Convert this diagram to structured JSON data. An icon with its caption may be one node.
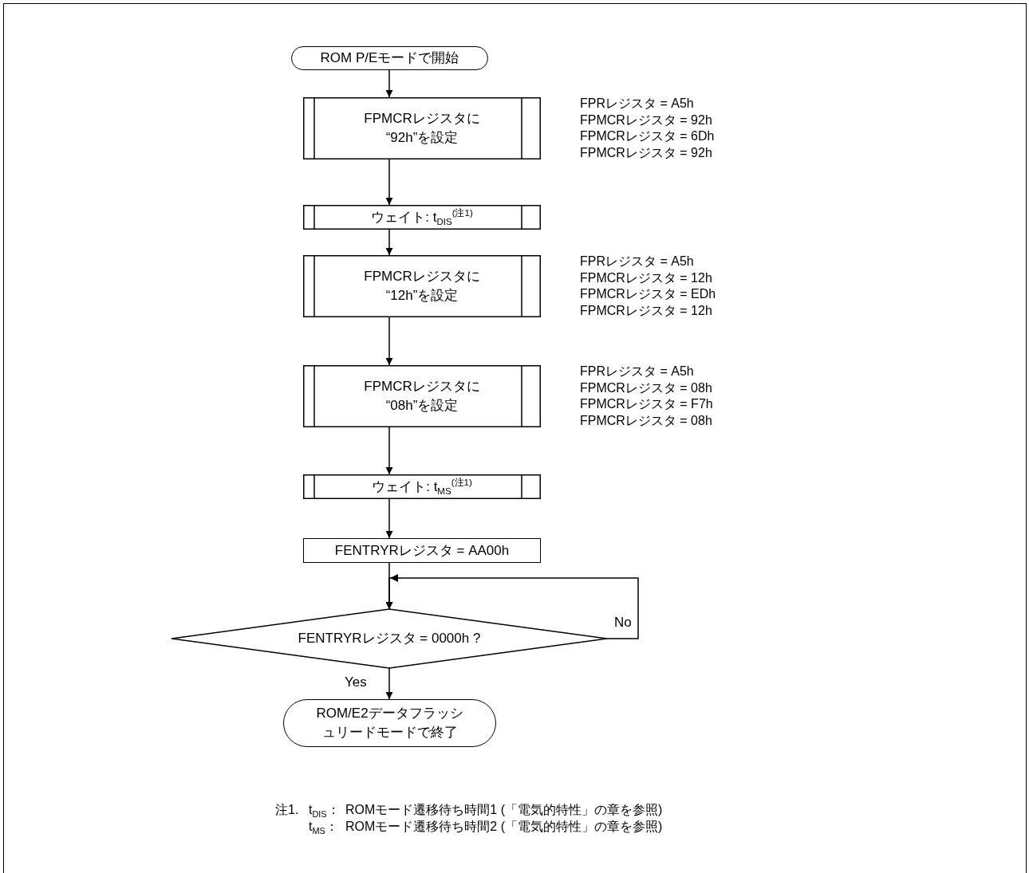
{
  "diagram": {
    "nodes": [
      {
        "text": [
          "ROM P/Eモードで開始"
        ]
      },
      {
        "text": [
          "FPMCRレジスタに “92h”を設定"
        ],
        "beside": [
          "FPRレジスタ = A5h",
          "FPMCRレジスタ = 92h",
          "FPMCRレジスタ = 6Dh",
          "FPMCRレジスタ = 92h"
        ]
      },
      {
        "text": [
          "ウェイト: t$_{DIS}$$^{(注1)}$"
        ]
      },
      {
        "text": [
          "FPMCRレジスタに “12h”を設定"
        ],
        "beside": [
          "FPRレジスタ = A5h",
          "FPMCRレジスタ = 12h",
          "FPMCRレジスタ = EDh",
          "FPMCRレジスタ = 12h"
        ]
      },
      {
        "text": [
          "FPMCRレジスタに “08h”を設定"
        ],
        "beside": [
          "FPRレジスタ = A5h",
          "FPMCRレジスタ = 08h",
          "FPMCRレジスタ = F7h",
          "FPMCRレジスタ = 08h"
        ]
      },
      {
        "text": [
          "ウェイト: t$_{MS}$$^{(注1)}$"
        ]
      },
      {
        "text": [
          "FENTRYRレジスタ = AA00h"
        ]
      },
      {
        "text": [
          "FENTRYRレジスタ = 0000h ?"
        ]
      },
      {
        "text": [
          "ROM/E2データフラッシュリードモードで終了"
        ]
      }
    ],
    "edges": [
      {
        "from": 0,
        "to": 1,
        "arrow": "to"
      },
      {
        "from": 1,
        "to": 2,
        "arrow": "to"
      },
      {
        "from": 2,
        "to": 3,
        "arrow": "to"
      },
      {
        "from": 3,
        "to": 4,
        "arrow": "to"
      },
      {
        "from": 4,
        "to": 5,
        "arrow": "to"
      },
      {
        "from": 5,
        "to": 6,
        "arrow": "to"
      },
      {
        "from": 6,
        "to": 7,
        "arrow": "to"
      },
      {
        "from": 7,
        "to": 7,
        "arrow": "to",
        "label": "No"
      },
      {
        "from": 7,
        "to": 8,
        "arrow": "to",
        "label": "Yes"
      }
    ],
    "labels": [
      "注1.",
      "t$_{DIS}$：",
      "ROMモード遷移待ち時間1 (「電気的特性」の章を参照)",
      "t$_{MS}$：",
      "ROMモード遷移待ち時間2 (「電気的特性」の章を参照)"
    ]
  }
}
